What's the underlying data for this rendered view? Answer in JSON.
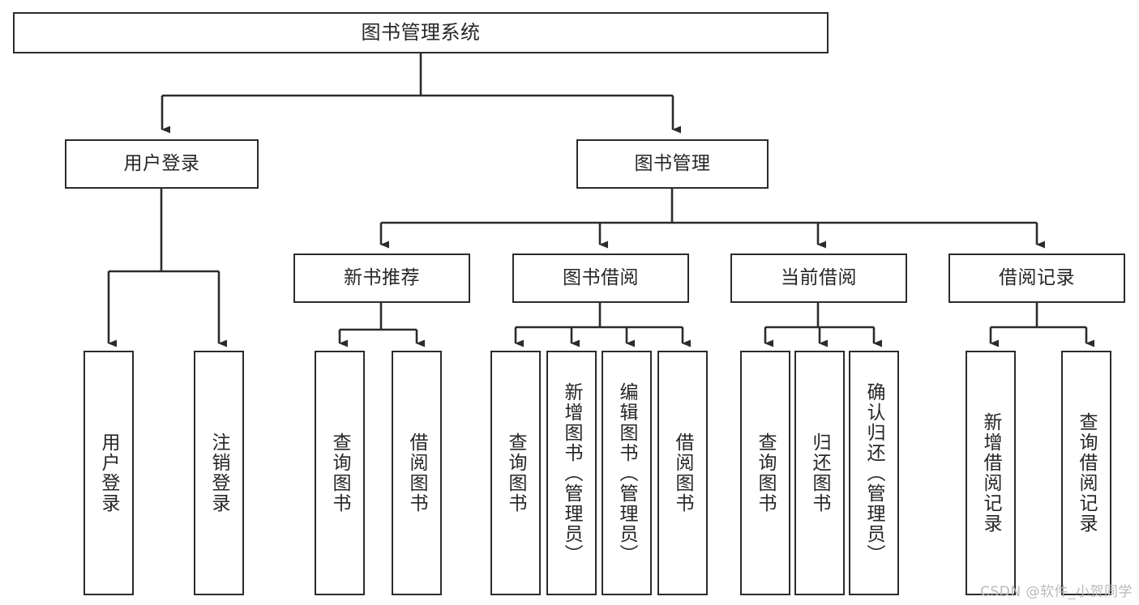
{
  "diagram": {
    "title": "图书管理系统",
    "type": "tree-hierarchy-chart",
    "stroke_color": "#2b2b2b",
    "text_color": "#262626",
    "background_color": "#ffffff"
  },
  "root": {
    "label": "图书管理系统"
  },
  "level2": [
    {
      "label": "用户登录"
    },
    {
      "label": "图书管理"
    }
  ],
  "level3": [
    {
      "label": "新书推荐"
    },
    {
      "label": "图书借阅"
    },
    {
      "label": "当前借阅"
    },
    {
      "label": "借阅记录"
    }
  ],
  "leaves": {
    "user_login": [
      {
        "label": "用户登录"
      },
      {
        "label": "注销登录"
      }
    ],
    "new_book_recommend": [
      {
        "label": "查询图书"
      },
      {
        "label": "借阅图书"
      }
    ],
    "book_borrow": [
      {
        "label": "查询图书"
      },
      {
        "label": "新增图书（管理员）"
      },
      {
        "label": "编辑图书（管理员）"
      },
      {
        "label": "借阅图书"
      }
    ],
    "current_borrow": [
      {
        "label": "查询图书"
      },
      {
        "label": "归还图书"
      },
      {
        "label": "确认归还（管理员）"
      }
    ],
    "borrow_record": [
      {
        "label": "新增借阅记录"
      },
      {
        "label": "查询借阅记录"
      }
    ]
  },
  "watermark": {
    "text": "CSDN @软件_小贺同学"
  }
}
